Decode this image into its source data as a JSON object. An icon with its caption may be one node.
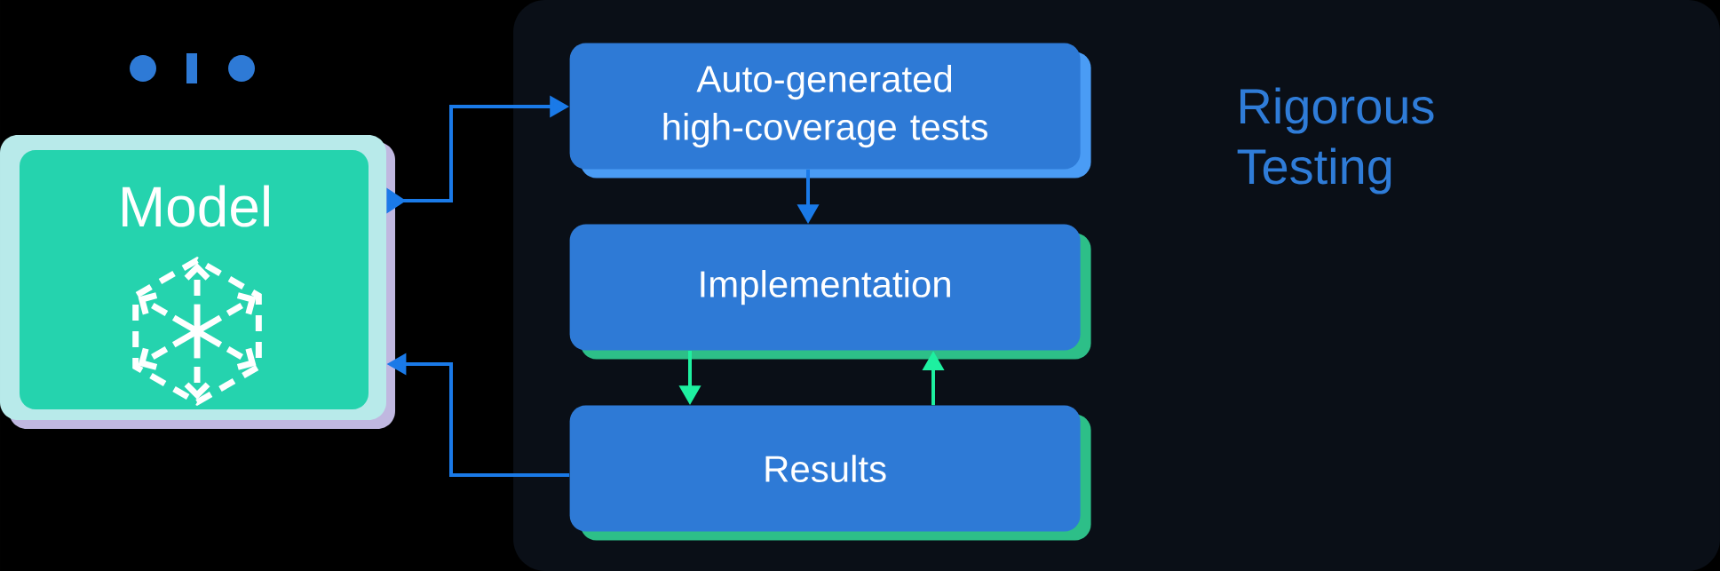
{
  "diagram": {
    "nodes": [
      {
        "text": [
          "Model"
        ]
      },
      {
        "text": [
          "Rigorous Testing"
        ]
      },
      {
        "text": [
          "Auto-generated high-coverage tests"
        ],
        "in": 1
      },
      {
        "text": [
          "Implementation"
        ],
        "in": 1
      },
      {
        "text": [
          "Results"
        ],
        "in": 1
      }
    ],
    "edges": [
      {
        "from": 0,
        "to": 2,
        "arrow": "to"
      },
      {
        "from": 2,
        "to": 3,
        "arrow": "to"
      },
      {
        "from": 3,
        "to": 4,
        "arrow": "to",
        "color": "#1ef0a0"
      },
      {
        "from": 4,
        "to": 3,
        "arrow": "to",
        "color": "#1ef0a0"
      },
      {
        "from": 4,
        "to": 0,
        "arrow": "to"
      }
    ]
  }
}
